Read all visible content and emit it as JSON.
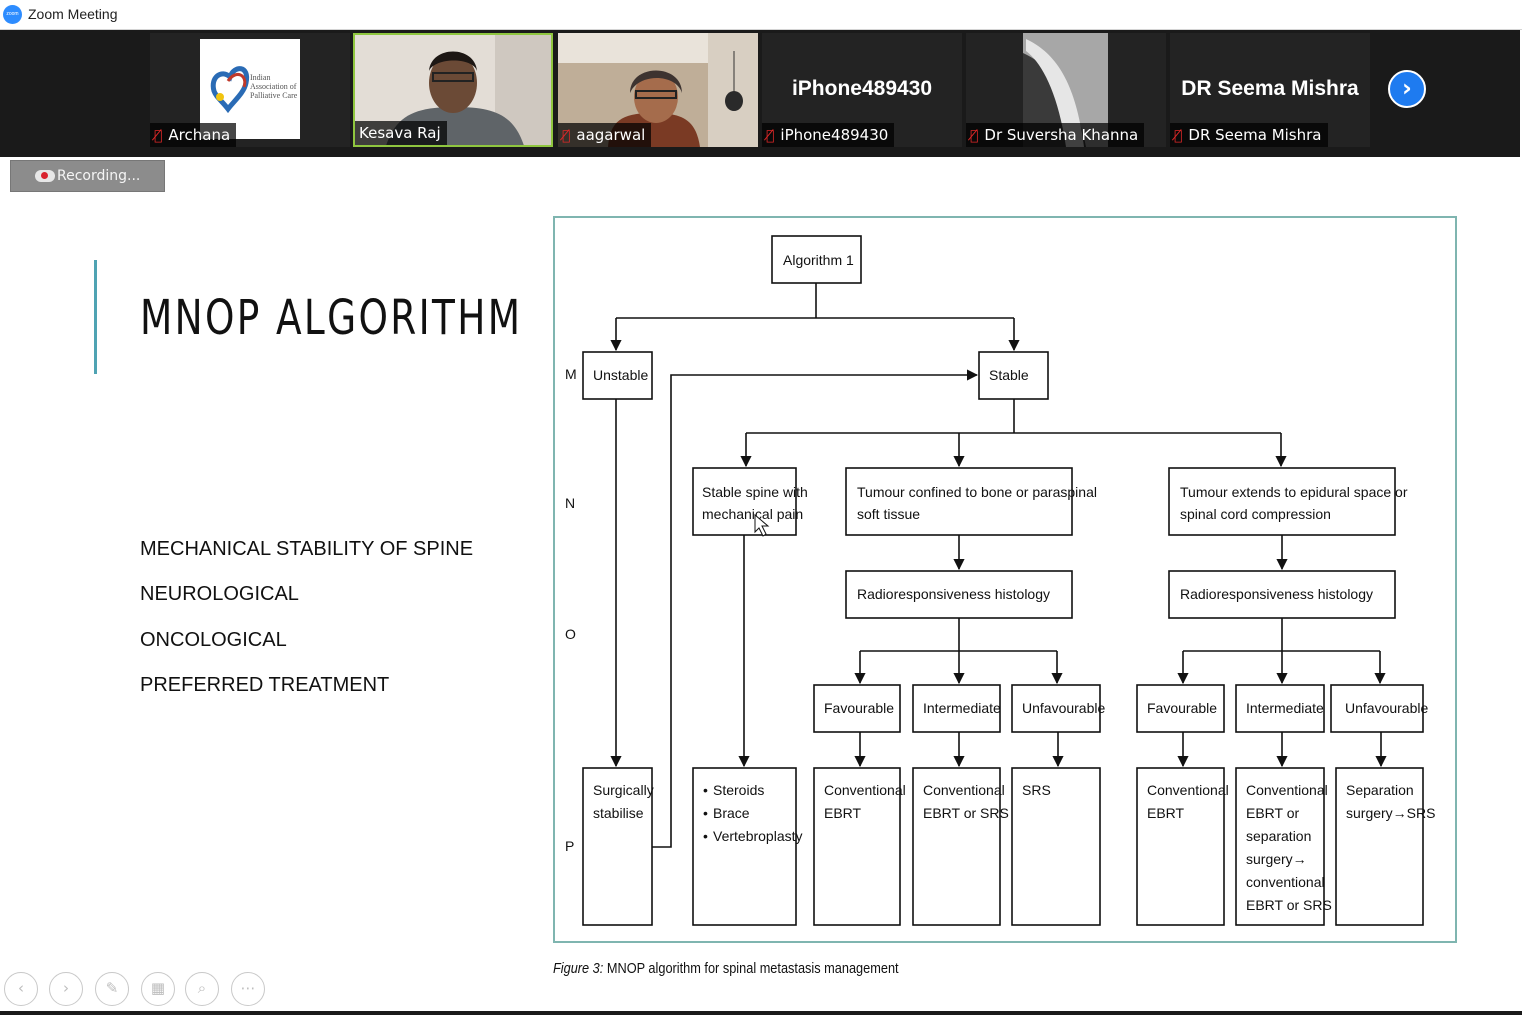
{
  "window": {
    "title": "Zoom Meeting",
    "app_icon_text": "zoom"
  },
  "participants": [
    {
      "name": "Archana",
      "muted": true,
      "video": "logo",
      "logo_text": "Indian Association of Palliative Care"
    },
    {
      "name": "Kesava Raj",
      "muted": false,
      "video": "camera",
      "active_speaker": true
    },
    {
      "name": "aagarwal",
      "muted": true,
      "video": "camera"
    },
    {
      "name": "iPhone489430",
      "muted": true,
      "video": "off",
      "display_text": "iPhone489430"
    },
    {
      "name": "Dr Suversha Khanna",
      "muted": true,
      "video": "camera"
    },
    {
      "name": "DR Seema Mishra",
      "muted": true,
      "video": "off",
      "display_text": "DR Seema Mishra"
    }
  ],
  "next_page_icon": "chevron-right-icon",
  "recording": {
    "label": "Recording..."
  },
  "slide": {
    "title": "MNOP ALGORITHM",
    "bullets": [
      "MECHANICAL STABILITY OF SPINE",
      "NEUROLOGICAL",
      "ONCOLOGICAL",
      "PREFERRED TREATMENT"
    ],
    "accent_color": "#4fa3b3",
    "figure": {
      "caption_prefix": "Figure 3:",
      "caption": "MNOP algorithm for spinal metastasis management",
      "row_labels": {
        "m": "M",
        "n": "N",
        "o": "O",
        "p": "P"
      },
      "nodes": {
        "algorithm": "Algorithm 1",
        "unstable": "Unstable",
        "stable": "Stable",
        "stable_spine": [
          "Stable spine with",
          "mechanical pain"
        ],
        "tumour_bone": [
          "Tumour confined to bone or paraspinal",
          "soft tissue"
        ],
        "tumour_epidural": [
          "Tumour extends to epidural space or",
          "spinal cord compression"
        ],
        "radio_left": "Radioresponsiveness histology",
        "radio_right": "Radioresponsiveness histology",
        "fav_left": "Favourable",
        "inter_left": "Intermediate",
        "unfav_left": "Unfavourable",
        "fav_right": "Favourable",
        "inter_right": "Intermediate",
        "unfav_right": "Unfavourable",
        "surgically": [
          "Surgically",
          "stabilise"
        ],
        "steroids": [
          "Steroids",
          "Brace",
          "Vertebroplasty"
        ],
        "conv_ebrt_left": [
          "Conventional",
          "EBRT"
        ],
        "conv_ebrt_srs": [
          "Conventional",
          "EBRT or SRS"
        ],
        "srs": "SRS",
        "conv_ebrt_right": [
          "Conventional",
          "EBRT"
        ],
        "conv_separation": [
          "Conventional",
          "EBRT or",
          "separation",
          "surgery→",
          "conventional",
          "EBRT or SRS"
        ],
        "separation_srs": [
          "Separation",
          "surgery→SRS"
        ]
      }
    }
  },
  "toolbar": [
    {
      "name": "previous-slide",
      "icon": "‹"
    },
    {
      "name": "next-slide",
      "icon": "›"
    },
    {
      "name": "pen",
      "icon": "✎"
    },
    {
      "name": "slide-sorter",
      "icon": "▦"
    },
    {
      "name": "zoom",
      "icon": "⌕"
    },
    {
      "name": "more-options",
      "icon": "⋯"
    }
  ]
}
